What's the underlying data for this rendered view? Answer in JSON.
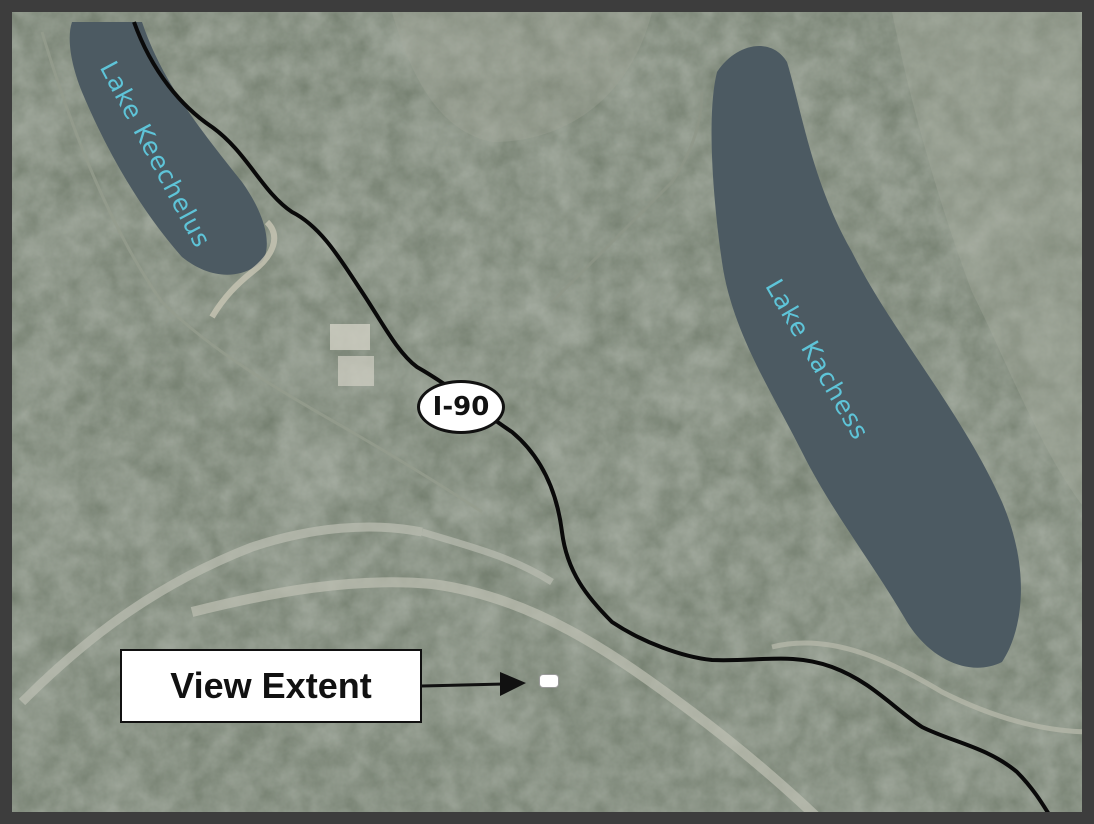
{
  "map": {
    "lakes": [
      {
        "name": "Lake Keechelus"
      },
      {
        "name": "Lake Kachess"
      }
    ],
    "highway": {
      "label": "I-90"
    },
    "callout": {
      "label": "View Extent"
    },
    "colors": {
      "frame": "#3d3d3d",
      "terrain": "#6f7a6a",
      "water": "#4c5a62",
      "lake_label": "#5ec4d8",
      "highway_line": "#0a0a0a"
    }
  }
}
